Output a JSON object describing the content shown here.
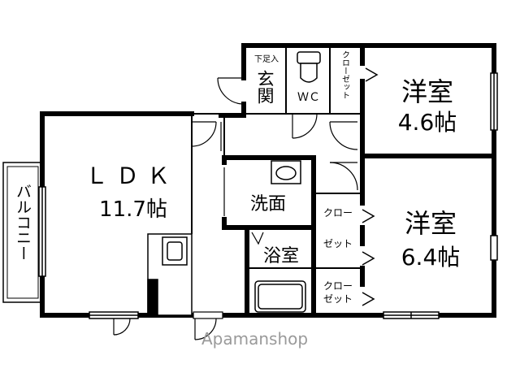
{
  "rooms": {
    "ldk_name": "ＬＤＫ",
    "ldk_size": "11.7帖",
    "western_room_1_name": "洋室",
    "western_room_1_size": "4.6帖",
    "western_room_2_name": "洋室",
    "western_room_2_size": "6.4帖",
    "washroom": "洗面",
    "bathroom": "浴室",
    "toilet": "ＷＣ",
    "entrance": "玄関",
    "shoe_box": "下足入",
    "balcony": "バルコニー",
    "closet_vertical": "クローゼット",
    "closet_2_line_1": "クロー",
    "closet_2_line_2": "ゼット",
    "closet_3_line_1": "クロー",
    "closet_3_line_2": "ゼット"
  },
  "watermark": "Apamanshop"
}
